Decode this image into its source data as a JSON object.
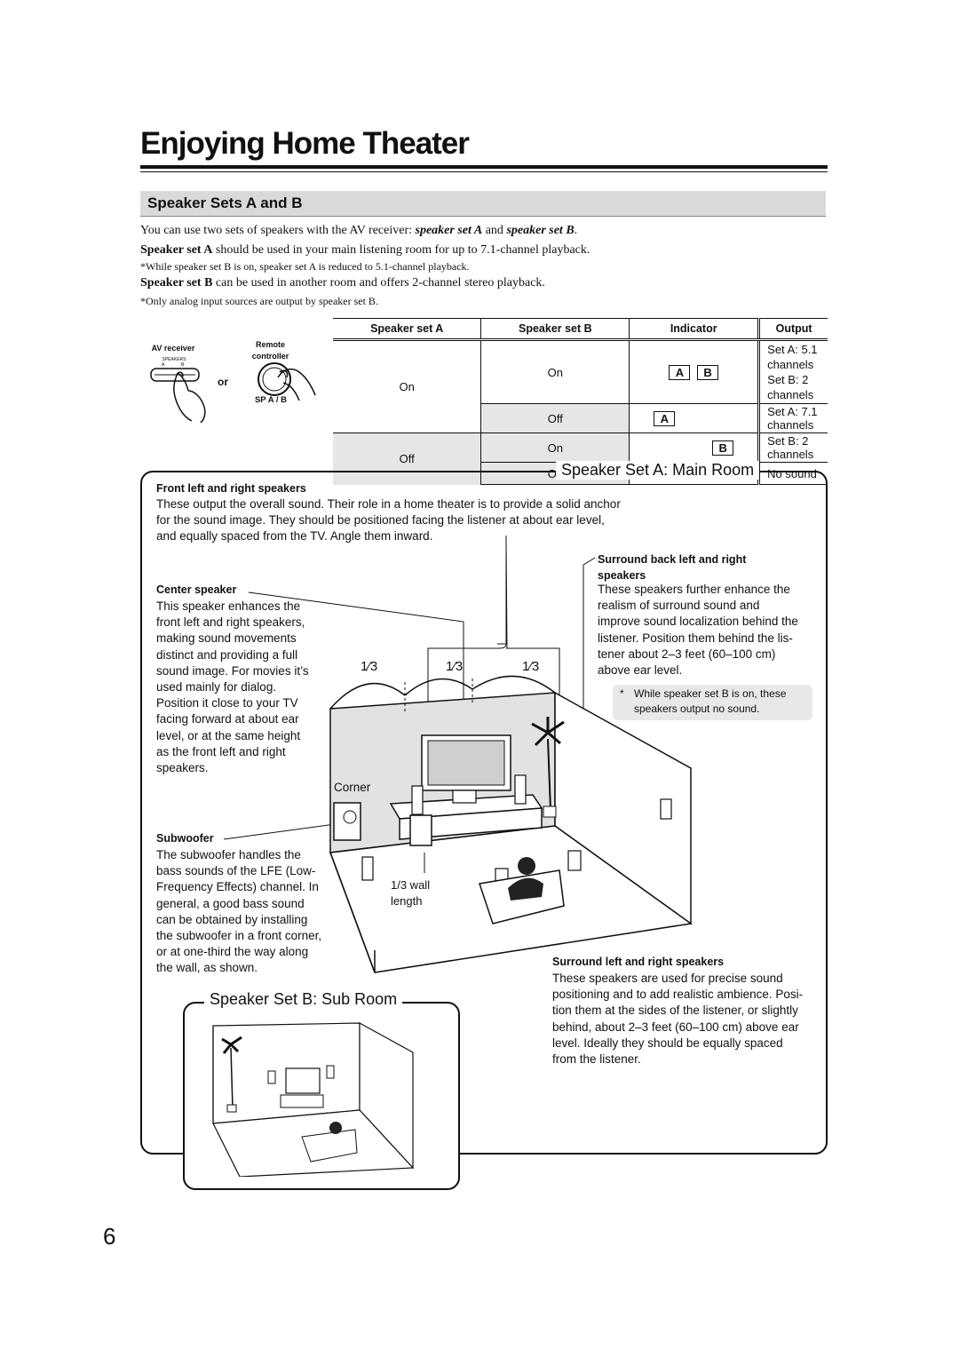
{
  "page": {
    "title": "Enjoying Home Theater",
    "number": "6"
  },
  "section": {
    "title": "Speaker Sets A and B"
  },
  "intro": {
    "line1_a": "You can use two sets of speakers with the AV receiver: ",
    "line1_b": "speaker set A",
    "line1_c": " and ",
    "line1_d": "speaker set B",
    "line1_e": ".",
    "line2_bold": "Speaker set A",
    "line2_rest": " should be used in your main listening room for up to 7.1-channel playback.",
    "note1": "*While speaker set B is on, speaker set A is reduced to 5.1-channel playback.",
    "line3_bold": "Speaker set B",
    "line3_rest": " can be used in another room and offers 2-channel stereo playback.",
    "note2": "*Only analog input sources are output by speaker set B."
  },
  "controls": {
    "av_receiver": "AV receiver",
    "speakers_label": "SPEAKERS",
    "a": "A",
    "b": "B",
    "or": "or",
    "remote": "Remote",
    "controller": "controller",
    "sp_ab": "SP A / B"
  },
  "table": {
    "headers": [
      "Speaker set A",
      "Speaker set B",
      "Indicator",
      "Output"
    ],
    "on": "On",
    "off": "Off",
    "ind_a": "A",
    "ind_b": "B",
    "out1a": "Set A: 5.1 channels",
    "out1b": "Set B: 2 channels",
    "out2": "Set A: 7.1 channels",
    "out3": "Set B: 2 channels",
    "out4": "No sound"
  },
  "main_room": {
    "title": "Speaker Set A: Main Room",
    "front_heading": "Front left and right speakers",
    "front_text": [
      "These output the overall sound. Their role in a home theater is to provide a solid anchor",
      "for the sound image. They should be positioned facing the listener at about ear level,",
      "and equally spaced from the TV. Angle them inward."
    ],
    "center_heading": "Center speaker",
    "center_text": [
      "This speaker enhances the",
      "front left and right speakers,",
      "making sound movements",
      "distinct and providing a full",
      "sound image. For movies it’s",
      "used mainly for dialog.",
      "Position it close to your TV",
      "facing forward at about ear",
      "level, or at the same height",
      "as the front left and right",
      "speakers."
    ],
    "sub_heading": "Subwoofer",
    "sub_text": [
      "The subwoofer handles the",
      "bass sounds of the LFE (Low-",
      "Frequency Effects) channel. In",
      "general, a good bass sound",
      "can be obtained by installing",
      "the subwoofer in a front corner,",
      "or at one-third the way along",
      "the wall, as shown."
    ],
    "sback_heading": [
      "Surround back left and right",
      "speakers"
    ],
    "sback_text": [
      "These speakers further enhance the",
      "realism of surround sound and",
      "improve sound localization behind the",
      "listener. Position them behind the lis-",
      "tener about 2–3 feet (60–100 cm)",
      "above ear level."
    ],
    "sback_note_star": "*",
    "sback_note": [
      "While speaker set B is on, these",
      "speakers output no sound."
    ],
    "surround_heading": "Surround left and right speakers",
    "surround_text": [
      "These speakers are used for precise sound",
      "positioning and to add realistic ambience. Posi-",
      "tion them at the sides of the listener, or slightly",
      "behind, about 2–3 feet (60–100 cm) above ear",
      "level. Ideally they should be equally spaced",
      "from the listener."
    ],
    "corner": "Corner",
    "wall_length": [
      "1/3 wall",
      "length"
    ],
    "third_num": "1",
    "third_den": "3"
  },
  "sub_room": {
    "title": "Speaker Set B: Sub Room"
  }
}
